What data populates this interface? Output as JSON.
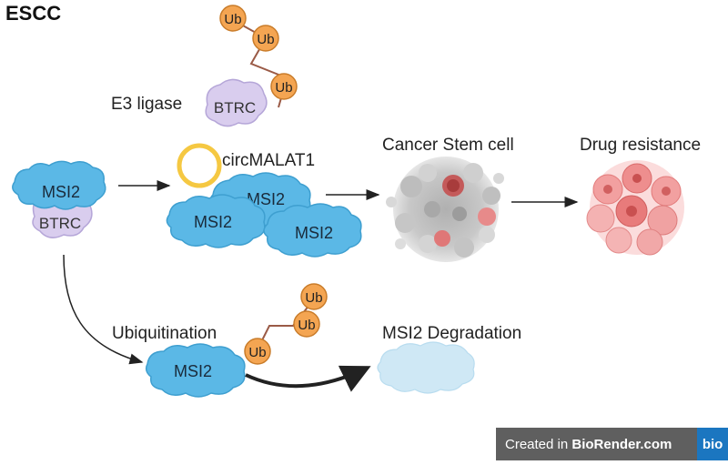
{
  "title": "ESCC",
  "labels": {
    "e3_ligase": "E3 ligase",
    "circ": "circMALAT1",
    "cancer_stem_cell": "Cancer Stem cell",
    "drug_resistance": "Drug resistance",
    "ubiquitination": "Ubiquitination",
    "degradation": "MSI2 Degradation"
  },
  "proteins": {
    "msi2": "MSI2",
    "btrc": "BTRC",
    "ub": "Ub"
  },
  "watermark": {
    "prefix": "Created in ",
    "brand": "BioRender.com",
    "logo": "bio"
  },
  "colors": {
    "msi2_fill": "#5bb8e6",
    "msi2_stroke": "#3e9fd0",
    "btrc_fill": "#d9cdee",
    "btrc_stroke": "#b5a6d8",
    "ub_fill": "#f4a552",
    "ub_stroke": "#c97c2a",
    "circ_ring": "#f5c842",
    "chain": "#9a5a46",
    "degraded_fill": "#cfe8f5"
  }
}
